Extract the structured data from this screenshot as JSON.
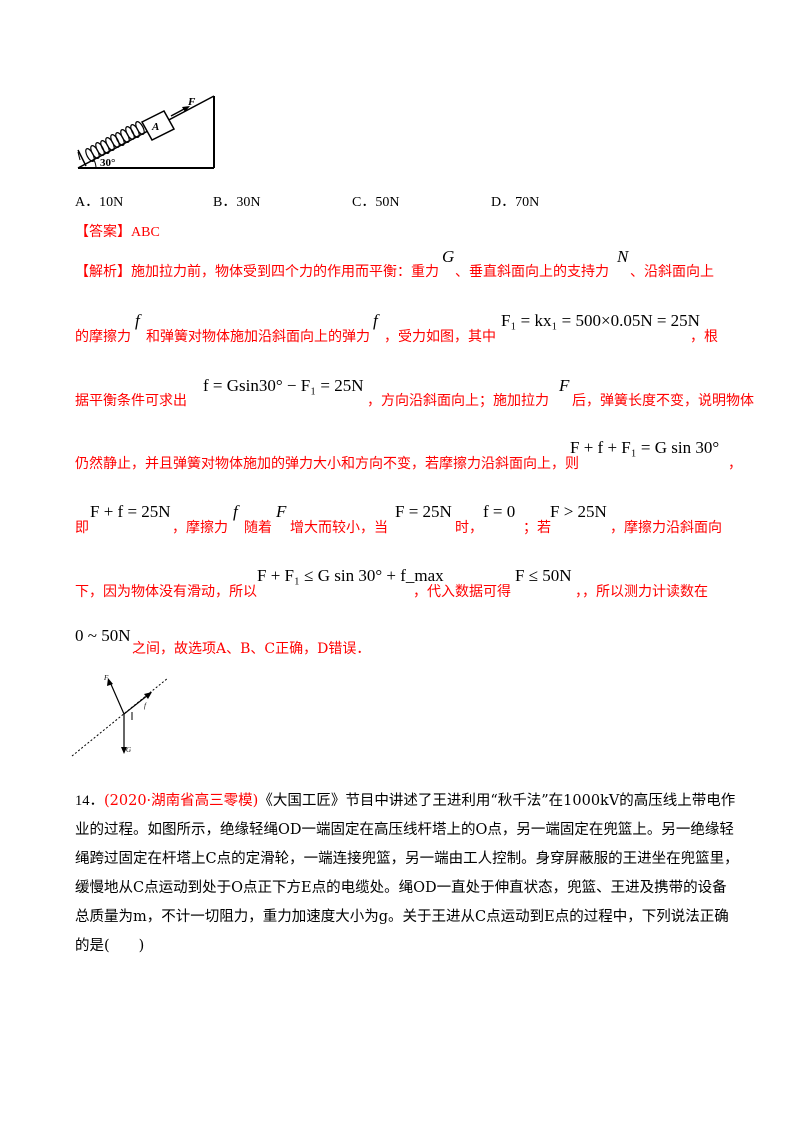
{
  "figure1": {
    "angle_label": "30°",
    "block_label": "A",
    "force_label": "F"
  },
  "options": [
    {
      "letter": "A．",
      "value": "10N"
    },
    {
      "letter": "B．",
      "value": "30N"
    },
    {
      "letter": "C．",
      "value": "50N"
    },
    {
      "letter": "D．",
      "value": "70N"
    }
  ],
  "answer": {
    "label": "【答案】",
    "value": "ABC"
  },
  "analysis": {
    "label": "【解析】",
    "l1": {
      "t1": "施加拉力前，物体受到四个力的作用而平衡：重力",
      "t2": "、垂直斜面向上的支持力",
      "t3": "、沿斜面向上"
    },
    "l2": {
      "t1": "的摩擦力",
      "t2": "和弹簧对物体施加沿斜面向上的弹力",
      "t3": "，受力如图，其中",
      "t4": "，根"
    },
    "l3": {
      "t1": "据平衡条件可求出",
      "t2": "，方向沿斜面向上；施加拉力",
      "t3": "后，弹簧长度不变，说明物体"
    },
    "l4": {
      "t1": "仍然静止，并且弹簧对物体施加的弹力大小和方向不变，若摩擦力沿斜面向上，则",
      "t2": "，"
    },
    "l5": {
      "t1": "即",
      "t2": "，摩擦力",
      "t3": "随着",
      "t4": "增大而较小，当",
      "t5": "时，",
      "t6": "；若",
      "t7": "，摩擦力沿斜面向"
    },
    "l6": {
      "t1": "下，因为物体没有滑动，所以",
      "t2": "，代入数据可得",
      "t3": "，，所以测力计读数在"
    },
    "l7": {
      "t1": "之间，故选项A、B、C正确，D错误．"
    }
  },
  "math": {
    "G": "G",
    "N": "N",
    "f": "f",
    "f1": "f",
    "eq1": "F₁ = kx₁ = 500×0.05N = 25N",
    "eq2": "f = Gsin30° − F₁ = 25N",
    "F": "F",
    "eq3": "F + f + F₁ = G sin 30°",
    "eq4": "F + f = 25N",
    "eq5": "F = 25N",
    "eq6": "f = 0",
    "eq7": "F > 25N",
    "eq8": "F + F₁ ≤ G sin 30° + f_max",
    "eq9": "F ≤ 50N",
    "eq10": "0 ~ 50N"
  },
  "figure2": {
    "n_label": "F",
    "f_label": "f",
    "g_label": "G"
  },
  "question14": {
    "number": "14．",
    "source": "(2020·湖南省高三零模)",
    "lines": [
      "《大国工匠》节目中讲述了王进利用“秋千法”在1000kV的高压线上带电作",
      "业的过程。如图所示，绝缘轻绳OD一端固定在高压线杆塔上的O点，另一端固定在兜篮上。另一绝缘轻",
      "绳跨过固定在杆塔上C点的定滑轮，一端连接兜篮，另一端由工人控制。身穿屏蔽服的王进坐在兜篮里，",
      "缓慢地从C点运动到处于O点正下方E点的电缆处。绳OD一直处于伸直状态，兜篮、王进及携带的设备",
      "总质量为m，不计一切阻力，重力加速度大小为g。关于王进从C点运动到E点的过程中，下列说法正确",
      "的是(　　)"
    ]
  }
}
